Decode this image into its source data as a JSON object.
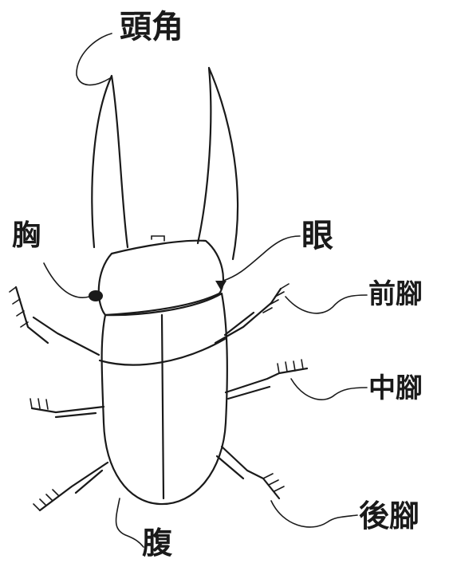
{
  "labels": {
    "horn": "頭角",
    "thorax": "胸",
    "eye": "眼",
    "foreleg": "前腳",
    "midleg": "中腳",
    "hindleg": "後腳",
    "abdomen": "腹"
  },
  "colors": {
    "ink": "#1a1a1a",
    "paper": "#ffffff"
  }
}
